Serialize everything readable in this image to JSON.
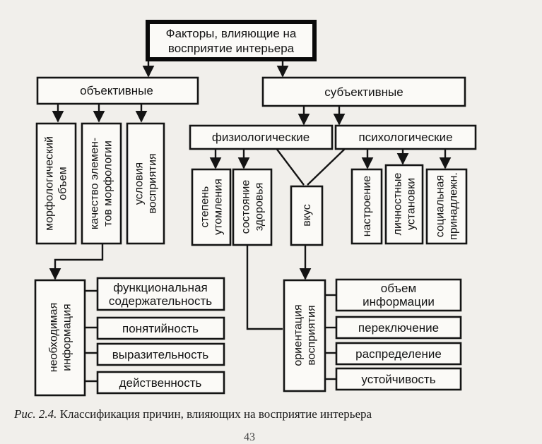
{
  "nodes": {
    "root": "Факторы, влияющие на\nвосприятие интерьера",
    "objective": "объективные",
    "subjective": "субъективные",
    "morph_volume": "морфологический\nобъем",
    "morph_quality": "качество элемен-\nтов морфологии",
    "perception_conditions": "условия\nвосприятия",
    "physiological": "физиологические",
    "psychological": "психологические",
    "fatigue": "степень\nутомления",
    "health": "состояние\nздоровья",
    "taste": "вкус",
    "mood": "настроение",
    "attitudes": "личностные\nустановки",
    "social": "социальная\nпринадлежн.",
    "necessary_info": "необходимая\nинформация",
    "functional": "функциональная\nсодержательность",
    "clarity": "понятийность",
    "expressiveness": "выразительность",
    "effectiveness": "действенность",
    "orientation": "ориентация\nвосприятия",
    "info_volume": "объем\nинформации",
    "switching": "переключение",
    "distribution": "распределение",
    "stability": "устойчивость"
  },
  "caption": {
    "figure": "Рис. 2.4.",
    "text": "Классификация причин, влияющих на восприятие интерьера"
  },
  "page_number": "43"
}
